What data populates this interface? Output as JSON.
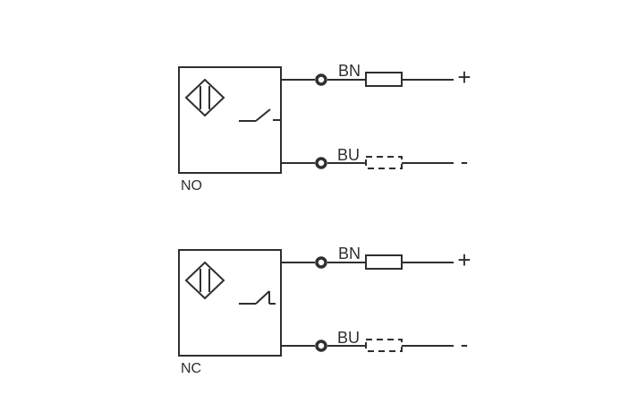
{
  "colors": {
    "stroke": "#2f2f2f",
    "background": "#ffffff"
  },
  "diagrams": [
    {
      "name": "normally-open",
      "label": "NO",
      "wires": [
        {
          "label": "BN",
          "terminal": "+",
          "load_style": "solid"
        },
        {
          "label": "BU",
          "terminal": "-",
          "load_style": "dashed"
        }
      ]
    },
    {
      "name": "normally-closed",
      "label": "NC",
      "wires": [
        {
          "label": "BN",
          "terminal": "+",
          "load_style": "solid"
        },
        {
          "label": "BU",
          "terminal": "-",
          "load_style": "dashed"
        }
      ]
    }
  ]
}
